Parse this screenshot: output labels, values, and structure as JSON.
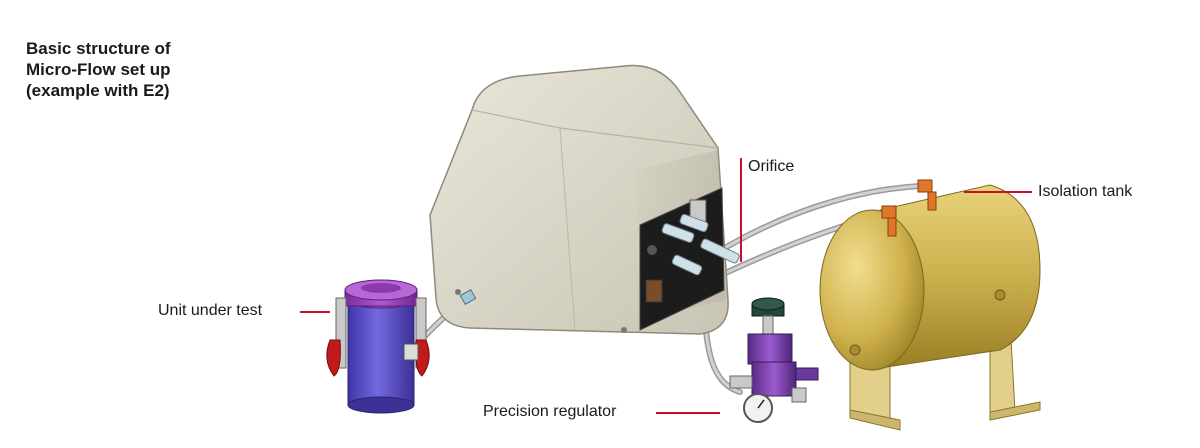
{
  "title": {
    "line1": "Basic structure of",
    "line2": "Micro-Flow set up",
    "line3": "(example with E2)"
  },
  "labels": {
    "unit_under_test": "Unit under test",
    "orifice": "Orifice",
    "isolation_tank": "Isolation tank",
    "precision_regulator": "Precision regulator"
  },
  "colors": {
    "leader_line": "#c8102e",
    "housing": "#d9d5c6",
    "tank": "#d4b85a",
    "regulator": "#7b3fa6",
    "unit_cylinder": "#5b4fc4",
    "hose": "#b9b9b9",
    "fitting": "#e0762a"
  }
}
